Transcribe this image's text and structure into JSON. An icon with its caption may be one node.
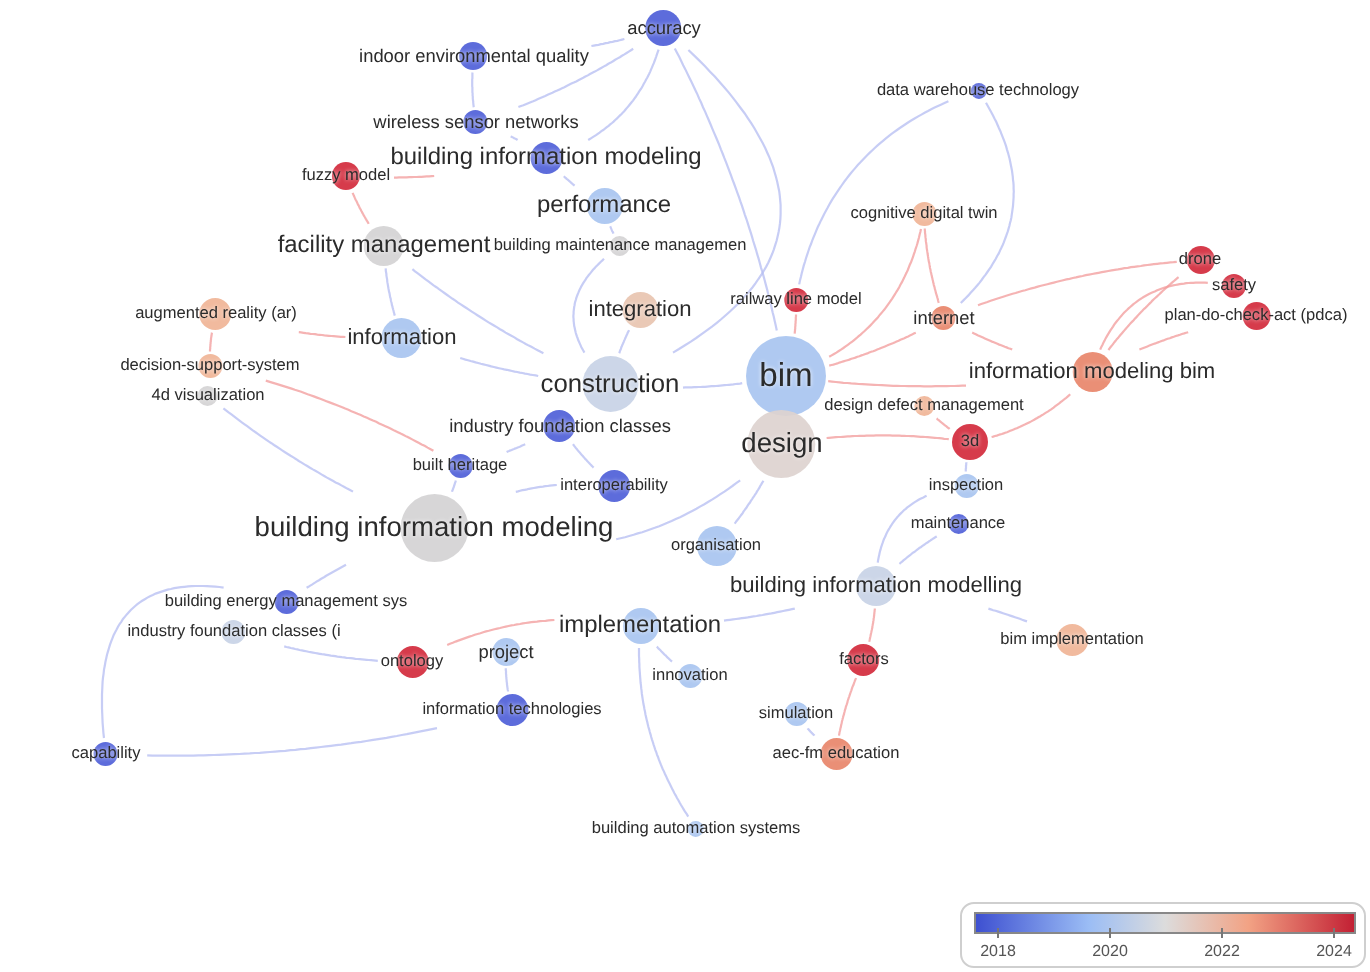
{
  "diagram": {
    "nodes": [
      {
        "text": [
          "indoor environmental quality"
        ]
      },
      {
        "text": [
          "accuracy"
        ]
      },
      {
        "text": [
          "wireless sensor networks"
        ]
      },
      {
        "text": [
          "building information modeling"
        ]
      },
      {
        "text": [
          "fuzzy model"
        ]
      },
      {
        "text": [
          "performance"
        ]
      },
      {
        "text": [
          "facility management"
        ]
      },
      {
        "text": [
          "building maintenance managemen"
        ]
      },
      {
        "text": [
          "augmented reality (ar)"
        ]
      },
      {
        "text": [
          "information"
        ]
      },
      {
        "text": [
          "integration"
        ]
      },
      {
        "text": [
          "railway line model"
        ]
      },
      {
        "text": [
          "internet"
        ]
      },
      {
        "text": [
          "cognitive digital twin"
        ]
      },
      {
        "text": [
          "data warehouse technology"
        ]
      },
      {
        "text": [
          "drone"
        ]
      },
      {
        "text": [
          "safety"
        ]
      },
      {
        "text": [
          "plan-do-check-act (pdca)"
        ]
      },
      {
        "text": [
          "decision-support-system"
        ]
      },
      {
        "text": [
          "4d visualization"
        ]
      },
      {
        "text": [
          "construction"
        ]
      },
      {
        "text": [
          "bim"
        ]
      },
      {
        "text": [
          "information modeling bim"
        ]
      },
      {
        "text": [
          "design defect management"
        ]
      },
      {
        "text": [
          "design"
        ]
      },
      {
        "text": [
          "industry foundation classes"
        ]
      },
      {
        "text": [
          "built heritage"
        ]
      },
      {
        "text": [
          "3d"
        ]
      },
      {
        "text": [
          "inspection"
        ]
      },
      {
        "text": [
          "interoperability"
        ]
      },
      {
        "text": [
          "maintenance"
        ]
      },
      {
        "text": [
          "building information modeling"
        ]
      },
      {
        "text": [
          "organisation"
        ]
      },
      {
        "text": [
          "building information modelling"
        ]
      },
      {
        "text": [
          "building energy management sys"
        ]
      },
      {
        "text": [
          "industry foundation classes (i"
        ]
      },
      {
        "text": [
          "implementation"
        ]
      },
      {
        "text": [
          "ontology"
        ]
      },
      {
        "text": [
          "project"
        ]
      },
      {
        "text": [
          "bim implementation"
        ]
      },
      {
        "text": [
          "innovation"
        ]
      },
      {
        "text": [
          "factors"
        ]
      },
      {
        "text": [
          "information technologies"
        ]
      },
      {
        "text": [
          "simulation"
        ]
      },
      {
        "text": [
          "capability"
        ]
      },
      {
        "text": [
          "aec-fm education"
        ]
      },
      {
        "text": [
          "building automation systems"
        ]
      }
    ],
    "edges": [
      {
        "from": 3,
        "to": 1,
        "arrow": "none"
      },
      {
        "from": 0,
        "to": 2,
        "arrow": "none"
      },
      {
        "from": 3,
        "to": 2,
        "arrow": "none"
      },
      {
        "from": 3,
        "to": 5,
        "arrow": "none"
      },
      {
        "from": 0,
        "to": 1,
        "arrow": "none"
      },
      {
        "from": 2,
        "to": 1,
        "arrow": "none"
      },
      {
        "from": 1,
        "to": 21,
        "arrow": "none"
      },
      {
        "from": 1,
        "to": 20,
        "arrow": "none"
      },
      {
        "from": 14,
        "to": 11,
        "arrow": "none"
      },
      {
        "from": 14,
        "to": 12,
        "arrow": "none"
      },
      {
        "from": 4,
        "to": 6,
        "arrow": "none",
        "color": "#f29a9a"
      },
      {
        "from": 4,
        "to": 3,
        "arrow": "none",
        "color": "#f29a9a"
      },
      {
        "from": 6,
        "to": 20,
        "arrow": "none"
      },
      {
        "from": 6,
        "to": 9,
        "arrow": "none"
      },
      {
        "from": 8,
        "to": 18,
        "arrow": "none",
        "color": "#f29a9a"
      },
      {
        "from": 8,
        "to": 9,
        "arrow": "none",
        "color": "#f29a9a"
      },
      {
        "from": 18,
        "to": 26,
        "arrow": "none",
        "color": "#f29a9a"
      },
      {
        "from": 19,
        "to": 31,
        "arrow": "none"
      },
      {
        "from": 9,
        "to": 20,
        "arrow": "none"
      },
      {
        "from": 10,
        "to": 20,
        "arrow": "none"
      },
      {
        "from": 20,
        "to": 21,
        "arrow": "none"
      },
      {
        "from": 21,
        "to": 12,
        "arrow": "none",
        "color": "#f29a9a"
      },
      {
        "from": 21,
        "to": 22,
        "arrow": "none",
        "color": "#f29a9a"
      },
      {
        "from": 21,
        "to": 11,
        "arrow": "none",
        "color": "#f29a9a"
      },
      {
        "from": 13,
        "to": 21,
        "arrow": "none",
        "color": "#f29a9a"
      },
      {
        "from": 13,
        "to": 12,
        "arrow": "none",
        "color": "#f29a9a"
      },
      {
        "from": 12,
        "to": 22,
        "arrow": "none",
        "color": "#f29a9a"
      },
      {
        "from": 15,
        "to": 22,
        "arrow": "none",
        "color": "#f29a9a"
      },
      {
        "from": 16,
        "to": 22,
        "arrow": "none",
        "color": "#f29a9a"
      },
      {
        "from": 17,
        "to": 22,
        "arrow": "none",
        "color": "#f29a9a"
      },
      {
        "from": 15,
        "to": 12,
        "arrow": "none",
        "color": "#f29a9a"
      },
      {
        "from": 22,
        "to": 27,
        "arrow": "none",
        "color": "#f29a9a"
      },
      {
        "from": 27,
        "to": 24,
        "arrow": "none",
        "color": "#f29a9a"
      },
      {
        "from": 23,
        "to": 27,
        "arrow": "none",
        "color": "#f29a9a"
      },
      {
        "from": 27,
        "to": 28,
        "arrow": "none"
      },
      {
        "from": 28,
        "to": 33,
        "arrow": "none"
      },
      {
        "from": 30,
        "to": 33,
        "arrow": "none"
      },
      {
        "from": 24,
        "to": 31,
        "arrow": "none"
      },
      {
        "from": 31,
        "to": 26,
        "arrow": "none"
      },
      {
        "from": 31,
        "to": 29,
        "arrow": "none"
      },
      {
        "from": 31,
        "to": 34,
        "arrow": "none"
      },
      {
        "from": 44,
        "to": 34,
        "arrow": "none"
      },
      {
        "from": 44,
        "to": 42,
        "arrow": "none"
      },
      {
        "from": 35,
        "to": 37,
        "arrow": "none"
      },
      {
        "from": 37,
        "to": 36,
        "arrow": "none",
        "color": "#f29a9a"
      },
      {
        "from": 38,
        "to": 42,
        "arrow": "none"
      },
      {
        "from": 36,
        "to": 33,
        "arrow": "none"
      },
      {
        "from": 36,
        "to": 40,
        "arrow": "none"
      },
      {
        "from": 41,
        "to": 33,
        "arrow": "none",
        "color": "#f29a9a"
      },
      {
        "from": 41,
        "to": 45,
        "arrow": "none",
        "color": "#f29a9a"
      },
      {
        "from": 43,
        "to": 45,
        "arrow": "none"
      },
      {
        "from": 46,
        "to": 36,
        "arrow": "none"
      },
      {
        "from": 39,
        "to": 33,
        "arrow": "none"
      },
      {
        "from": 25,
        "to": 29,
        "arrow": "none"
      },
      {
        "from": 7,
        "to": 20,
        "arrow": "none"
      },
      {
        "from": 5,
        "to": 7,
        "arrow": "none"
      },
      {
        "from": 26,
        "to": 25,
        "arrow": "none"
      },
      {
        "from": 32,
        "to": 24,
        "arrow": "none"
      }
    ],
    "labels": [
      "2018",
      "2020",
      "2022",
      "2024"
    ]
  }
}
